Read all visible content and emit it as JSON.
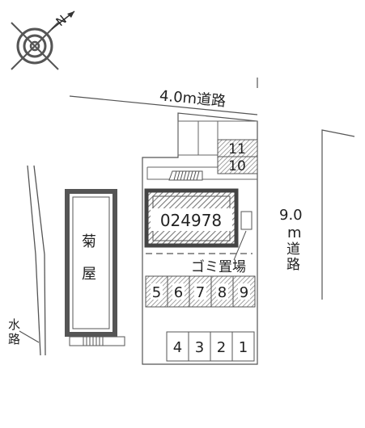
{
  "compass": {
    "north_label": "N",
    "icon": "compass-rose-icon"
  },
  "roads": {
    "top_road_label": "4.0m道路",
    "right_road_width": "9.0",
    "right_road_unit": "m",
    "right_road_kanji_1": "道",
    "right_road_kanji_2": "路",
    "waterway_char_1": "水",
    "waterway_char_2": "路"
  },
  "building": {
    "code": "024978"
  },
  "neighbor": {
    "char_1": "菊",
    "char_2": "屋"
  },
  "garbage_area_label": "ゴミ置場",
  "parking": {
    "top_stack": [
      "11",
      "10"
    ],
    "middle_row": [
      "5",
      "6",
      "7",
      "8",
      "9"
    ],
    "bottom_row": [
      "4",
      "3",
      "2",
      "1"
    ]
  },
  "colors": {
    "line": "#444444",
    "hatch": "#7a7a7a",
    "building_border": "#555555"
  }
}
